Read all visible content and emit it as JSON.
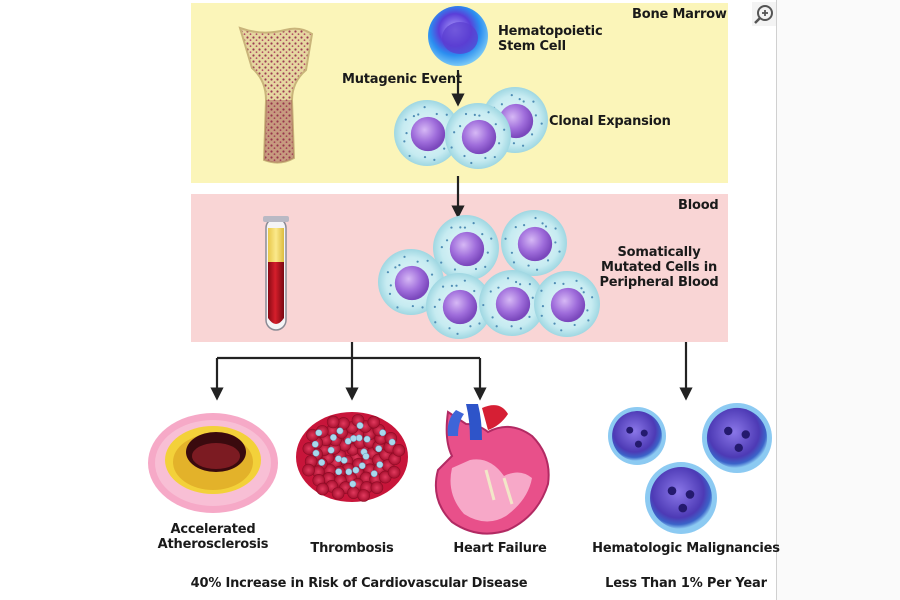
{
  "sections": {
    "bone_marrow": "Bone Marrow",
    "blood": "Blood"
  },
  "labels": {
    "stem_cell": "Hematopoietic Stem Cell",
    "stem_cell_line1": "Hematopoietic",
    "stem_cell_line2": "Stem Cell",
    "mutagenic_event": "Mutagenic Event",
    "clonal_expansion": "Clonal Expansion",
    "somatic_line1": "Somatically",
    "somatic_line2": "Mutated Cells in",
    "somatic_line3": "Peripheral Blood"
  },
  "outcomes": {
    "atherosclerosis_line1": "Accelerated",
    "atherosclerosis_line2": "Atherosclerosis",
    "thrombosis": "Thrombosis",
    "heart_failure": "Heart Failure",
    "hematologic": "Hematologic Malignancies"
  },
  "footer": {
    "cardio_risk": "40% Increase in Risk of Cardiovascular Disease",
    "malignancy_risk": "Less Than 1% Per Year"
  },
  "colors": {
    "bone_marrow_bg": "#fbf5b9",
    "blood_bg": "#f9d5d5",
    "cell_halo": "#c8edf2",
    "cell_nucleus": "#9b6bd6",
    "stem_cell": "#4a7fd8",
    "malignant_cell": "#6a5ac9"
  },
  "icons": {
    "zoom": "zoom-in-icon",
    "bone": "bone-icon",
    "tube": "blood-tube-icon",
    "artery": "artery-cross-section-icon",
    "clot": "blood-clot-icon",
    "heart": "heart-icon"
  }
}
